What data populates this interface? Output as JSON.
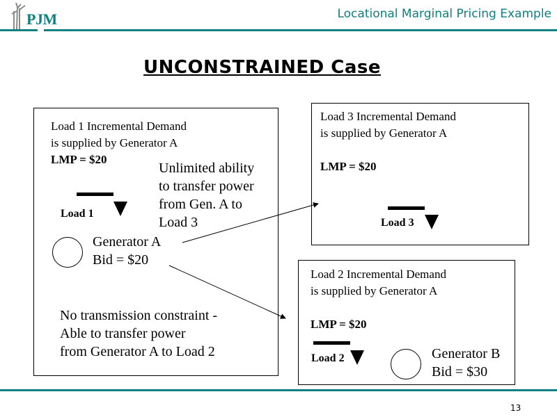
{
  "header": {
    "logo_text": "PJM",
    "title": "Locational Marginal Pricing Example",
    "accent_color": "#0e8080"
  },
  "slide": {
    "title": "UNCONSTRAINED Case",
    "page_number": "13"
  },
  "load1_box": {
    "line1": "Load 1 Incremental Demand",
    "line2": "is supplied by Generator A",
    "lmp": "LMP = $20",
    "load_label": "Load 1",
    "transfer_note": [
      "Unlimited ability",
      "to transfer power",
      "from Gen. A to",
      "Load 3"
    ],
    "generator_name": "Generator A",
    "generator_bid": "Bid = $20",
    "constraint_note": [
      "No transmission constraint -",
      "Able to transfer power",
      "from Generator A to Load 2"
    ]
  },
  "load3_box": {
    "line1": "Load 3 Incremental Demand",
    "line2": "is supplied by Generator A",
    "lmp": "LMP = $20",
    "load_label": "Load 3"
  },
  "load2_box": {
    "line1": "Load 2 Incremental Demand",
    "line2": "is supplied by Generator A",
    "lmp": "LMP = $20",
    "load_label": "Load 2",
    "generator_name": "Generator B",
    "generator_bid": "Bid = $30"
  }
}
